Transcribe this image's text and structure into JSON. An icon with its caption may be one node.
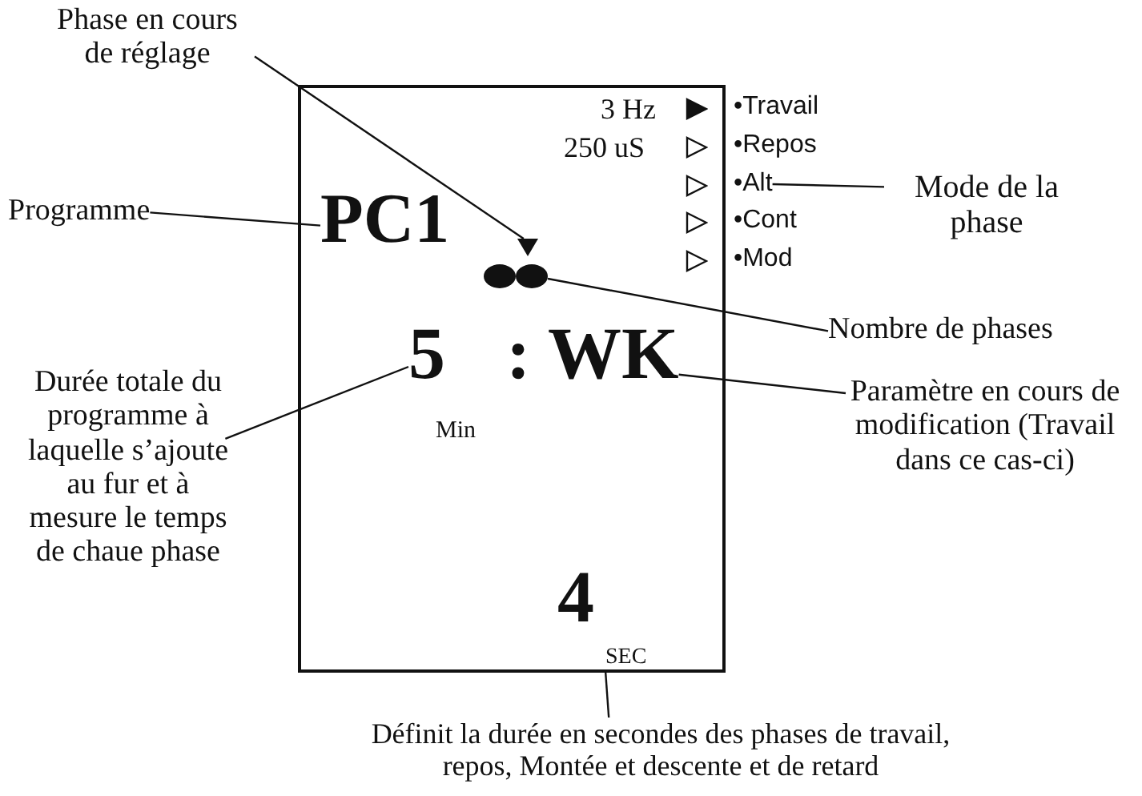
{
  "diagram": {
    "nodes": [
      {
        "text": [],
        "shape": "box"
      },
      {
        "text": [
          "PC1"
        ],
        "in": 0
      },
      {
        "text": [
          "3 Hz"
        ],
        "in": 0
      },
      {
        "text": [
          "250 uS"
        ],
        "in": 0
      },
      {
        "text": [],
        "shape": "triangle",
        "in": 0
      },
      {
        "text": [],
        "shape": "dots",
        "in": 0
      },
      {
        "text": [
          "5"
        ],
        "in": 0
      },
      {
        "text": [
          ": WK"
        ],
        "in": 0
      },
      {
        "text": [
          "Min"
        ],
        "in": 0
      },
      {
        "text": [
          "4"
        ],
        "in": 0
      },
      {
        "text": [
          "SEC"
        ],
        "in": 0
      },
      {
        "text": [
          "•Travail"
        ]
      },
      {
        "text": [
          "•Repos"
        ]
      },
      {
        "text": [
          "•Alt"
        ]
      },
      {
        "text": [
          "•Cont"
        ]
      },
      {
        "text": [
          "•Mod"
        ]
      },
      {
        "text": [
          "Phase en cours de réglage"
        ]
      },
      {
        "text": [
          "Programme"
        ]
      },
      {
        "text": [
          "Mode de la phase"
        ]
      },
      {
        "text": [
          "Nombre de phases"
        ]
      },
      {
        "text": [
          "Durée totale du programme à laquelle s’ajoute au fur et à mesure le temps de chaue phase"
        ]
      },
      {
        "text": [
          "Paramètre en cours de modification (Travail dans ce cas-ci)"
        ]
      },
      {
        "text": [
          "Définit la durée en secondes des phases de travail, repos, Montée et descente et de retard"
        ]
      }
    ],
    "edges": [
      {
        "from": 16,
        "to": 4,
        "arrow": "none"
      },
      {
        "from": 17,
        "to": 1,
        "arrow": "none"
      },
      {
        "from": 18,
        "to": 13,
        "arrow": "none"
      },
      {
        "from": 19,
        "to": 5,
        "arrow": "none"
      },
      {
        "from": 20,
        "to": 6,
        "arrow": "none"
      },
      {
        "from": 21,
        "to": 7,
        "arrow": "none"
      },
      {
        "from": 22,
        "to": 10,
        "arrow": "none"
      }
    ]
  }
}
